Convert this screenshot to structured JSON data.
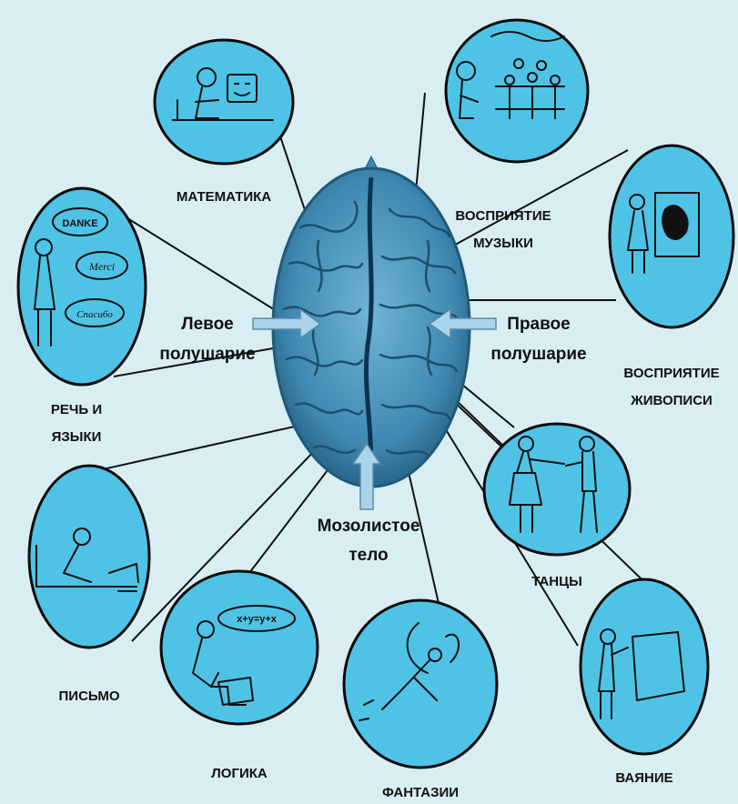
{
  "center": {
    "left_hemisphere": [
      "Левое",
      "полушарие"
    ],
    "right_hemisphere": [
      "Правое",
      "полушарие"
    ],
    "corpus_callosum": [
      "Мозолистое",
      "тело"
    ]
  },
  "functions": {
    "math": "МАТЕМАТИКА",
    "music": [
      "ВОСПРИЯТИЕ",
      "МУЗЫКИ"
    ],
    "painting": [
      "ВОСПРИЯТИЕ",
      "ЖИВОПИСИ"
    ],
    "speech": [
      "РЕЧЬ И",
      "ЯЗЫКИ"
    ],
    "dance": "ТАНЦЫ",
    "writing": "ПИСЬМО",
    "logic": "ЛОГИКА",
    "fantasy": "ФАНТАЗИИ",
    "sculpture": "ВАЯНИЕ"
  },
  "bubbles": {
    "danke": "DANKE",
    "merci": "Merci",
    "spasibo": "Спасибо",
    "formula": "x+y=y+x"
  },
  "colors": {
    "background": "#d8eef2",
    "circle_fill": "#4fc3e6",
    "brain_dark": "#1f5a7a",
    "brain_light": "#6fb6d6",
    "arrow": "#a9d4ea"
  }
}
